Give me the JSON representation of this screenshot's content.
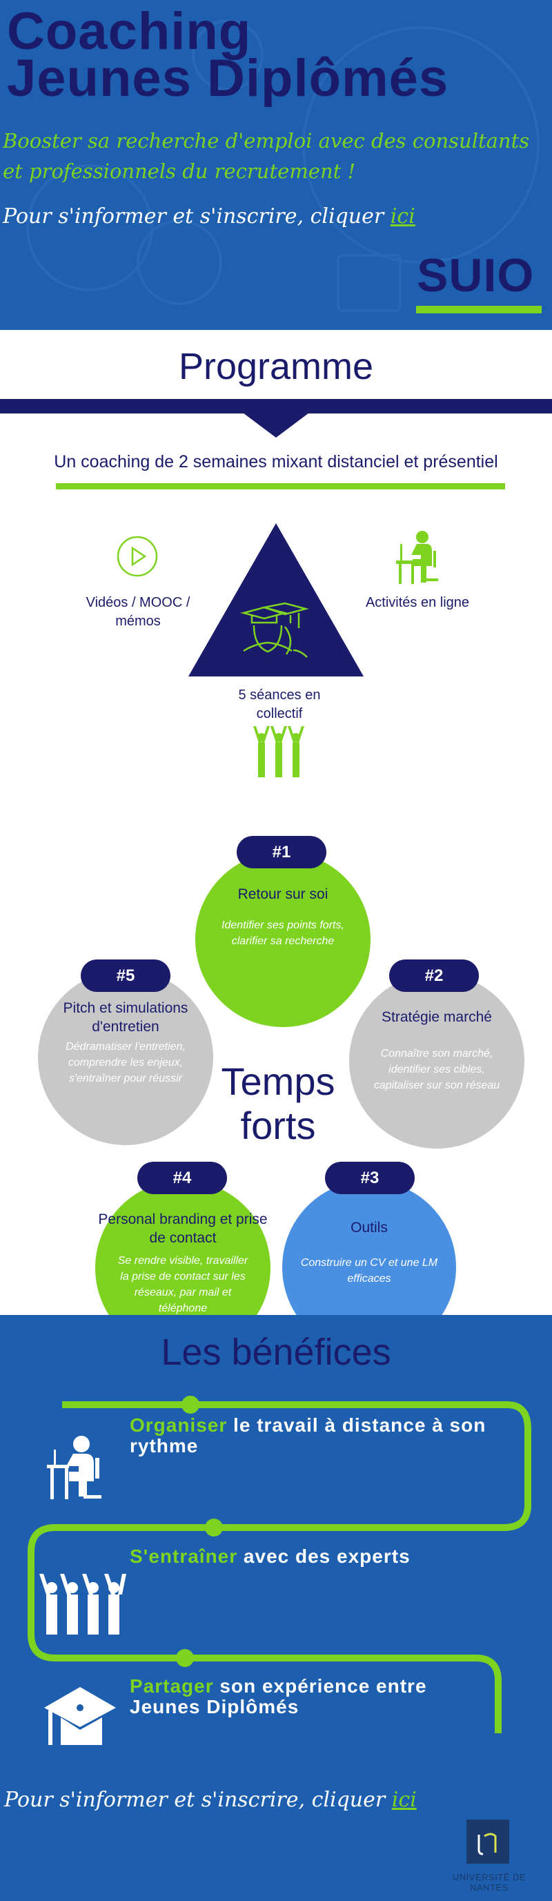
{
  "header": {
    "title_line1": "Coaching",
    "title_line2": "Jeunes Diplômés",
    "tagline": "Booster sa recherche d'emploi avec des consultants et professionnels du recrutement !",
    "cta_text": "Pour s'informer et s'inscrire, cliquer ",
    "cta_link": "ici",
    "brand": "SUIO"
  },
  "programme": {
    "title": "Programme",
    "subtitle": "Un coaching de 2 semaines mixant distanciel et présentiel",
    "items": [
      {
        "label": "Vidéos / MOOC / mémos",
        "icon": "play-icon"
      },
      {
        "label": "Activités en ligne",
        "icon": "desk-worker-icon"
      },
      {
        "label": "5 séances en collectif",
        "icon": "group-icon"
      }
    ]
  },
  "temps_forts": {
    "title": "Temps forts",
    "steps": [
      {
        "badge": "#1",
        "title": "Retour sur soi",
        "desc": "Identifier ses points forts, clarifier sa recherche",
        "color": "#7ed321"
      },
      {
        "badge": "#2",
        "title": "Stratégie marché",
        "desc": "Connaître son marché, identifier ses cibles, capitaliser sur son réseau",
        "color": "#c8c8c8"
      },
      {
        "badge": "#3",
        "title": "Outils",
        "desc": "Construire un CV et une LM efficaces",
        "color": "#4a90e2"
      },
      {
        "badge": "#4",
        "title": "Personal branding et prise de contact",
        "desc": "Se rendre visible, travailler la prise de contact sur les réseaux, par mail et téléphone",
        "color": "#7ed321"
      },
      {
        "badge": "#5",
        "title": "Pitch et simulations d'entretien",
        "desc": "Dédramatiser l'entretien, comprendre les enjeux, s'entraîner pour réussir",
        "color": "#c8c8c8"
      }
    ]
  },
  "benefices": {
    "title": "Les bénéfices",
    "items": [
      {
        "highlight": "Organiser",
        "rest": " le travail à distance à son rythme"
      },
      {
        "highlight": "S'entraîner",
        "rest": " avec des experts"
      },
      {
        "highlight": "Partager",
        "rest": " son expérience entre Jeunes Diplômés"
      }
    ],
    "cta_text": "Pour s'informer et s'inscrire, cliquer ",
    "cta_link": "ici",
    "university": "UNIVERSITÉ DE NANTES"
  },
  "colors": {
    "navy": "#1b1b6b",
    "green": "#7ed321",
    "blue": "#1e5faf"
  }
}
